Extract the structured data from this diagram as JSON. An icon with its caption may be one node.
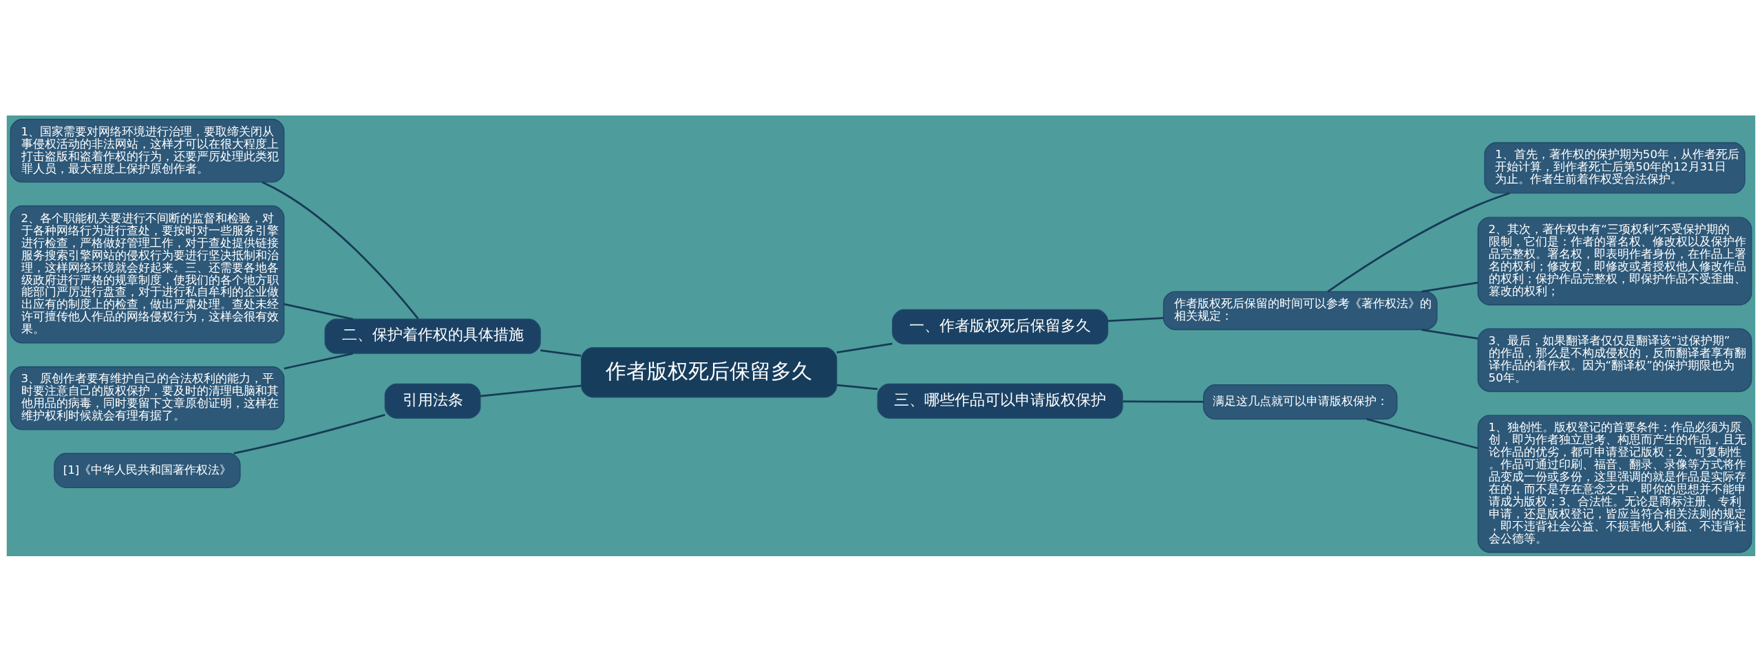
{
  "diagram": {
    "nodes": [
      {
        "text": [
          "作者版权死后保留多久"
        ]
      },
      {
        "text": [
          "一、作者版权死后保留多久"
        ]
      },
      {
        "text": [
          "作者版权死后保留的时间可以参考《著作权法》的相关规定："
        ]
      },
      {
        "text": [
          "1、首先，著作权的保护期为50年，从作者死后开始计算，到作者死亡后第50年的12月31日为止。作者生前着作权受合法保护。"
        ]
      },
      {
        "text": [
          "2、其次，著作权中有“三项权利”不受保护期的限制，它们是：作者的署名权、修改权以及保护作品完整权。署名权，即表明作者身份，在作品上署名的权利；修改权，即修改或者授权他人修改作品的权利；保护作品完整权，即保护作品不受歪曲、篡改的权利；"
        ]
      },
      {
        "text": [
          "3、最后，如果翻译者仅仅是翻译该“过保护期”的作品，那么是不构成侵权的，反而翻译者享有翻译作品的着作权。因为“翻译权”的保护期限也为50年。"
        ]
      },
      {
        "text": [
          "三、哪些作品可以申请版权保护"
        ]
      },
      {
        "text": [
          "满足这几点就可以申请版权保护："
        ]
      },
      {
        "text": [
          "1、独创性。版权登记的首要条件：作品必须为原创，即为作者独立思考、构思而产生的作品，且无论作品的优劣，都可申请登记版权；2、可复制性。作品可通过印刷、福音、翻录、录像等方式将作品变成一份或多份，这里强调的就是作品是实际存在的，而不是存在意念之中，即你的思想并不能申请成为版权；3、合法性。无论是商标注册、专利申请，还是版权登记，皆应当符合相关法则的规定，即不违背社会公益、不损害他人利益、不违背社会公德等。"
        ]
      },
      {
        "text": [
          "二、保护着作权的具体措施"
        ]
      },
      {
        "text": [
          "1、国家需要对网络环境进行治理，要取缔关闭从事侵权活动的非法网站，这样才可以在很大程度上打击盗版和盗着作权的行为，还要严厉处理此类犯罪人员，最大程度上保护原创作者。"
        ]
      },
      {
        "text": [
          "2、各个职能机关要进行不间断的监督和检验，对于各种网络行为进行查处，要按时对一些服务引擎进行检查，严格做好管理工作，对于查处提供链接服务搜索引擎网站的侵权行为要进行坚决抵制和治理，这样网络环境就会好起来。三、还需要各地各级政府进行严格的规章制度，使我们的各个地方职能部门严厉进行盘查，对于进行私自牟利的企业做出应有的制度上的检查，做出严肃处理。查处未经许可擅传他人作品的网络侵权行为，这样会很有效果。"
        ]
      },
      {
        "text": [
          "3、原创作者要有维护自己的合法权利的能力，平时要注意自己的版权保护，要及时的清理电脑和其他用品的病毒，同时要留下文章原创证明，这样在维护权利时候就会有理有据了。"
        ]
      },
      {
        "text": [
          "引用法条"
        ]
      },
      {
        "text": [
          "[1]《中华人民共和国著作权法》"
        ]
      }
    ],
    "edges": [
      {
        "from": 0,
        "to": 1,
        "arrow": "none"
      },
      {
        "from": 1,
        "to": 2,
        "arrow": "none"
      },
      {
        "from": 2,
        "to": 3,
        "arrow": "none"
      },
      {
        "from": 2,
        "to": 4,
        "arrow": "none"
      },
      {
        "from": 2,
        "to": 5,
        "arrow": "none"
      },
      {
        "from": 0,
        "to": 6,
        "arrow": "none"
      },
      {
        "from": 6,
        "to": 7,
        "arrow": "none"
      },
      {
        "from": 7,
        "to": 8,
        "arrow": "none"
      },
      {
        "from": 0,
        "to": 9,
        "arrow": "none"
      },
      {
        "from": 9,
        "to": 10,
        "arrow": "none"
      },
      {
        "from": 9,
        "to": 11,
        "arrow": "none"
      },
      {
        "from": 9,
        "to": 12,
        "arrow": "none"
      },
      {
        "from": 0,
        "to": 13,
        "arrow": "none"
      },
      {
        "from": 13,
        "to": 14,
        "arrow": "none"
      }
    ]
  }
}
